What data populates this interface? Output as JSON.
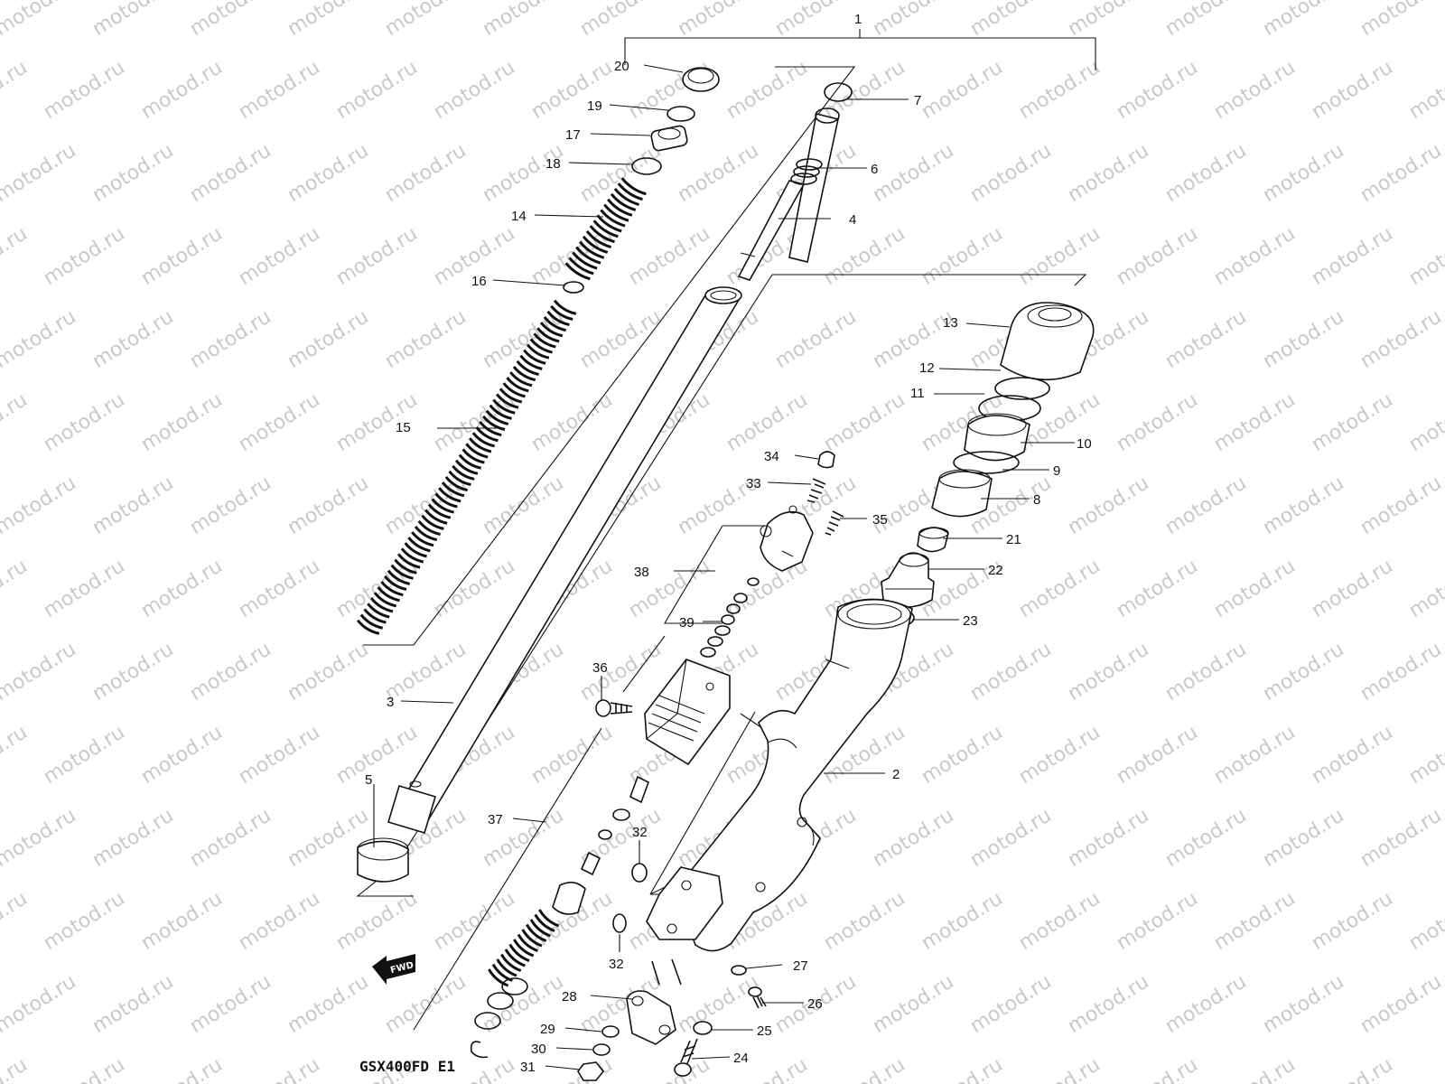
{
  "watermark": "motod.ru",
  "model_code": "GSX400FD E1",
  "fwd_label": "FWD",
  "parts": [
    {
      "id": "1",
      "label": "1"
    },
    {
      "id": "2",
      "label": "2"
    },
    {
      "id": "3",
      "label": "3"
    },
    {
      "id": "4",
      "label": "4"
    },
    {
      "id": "5",
      "label": "5"
    },
    {
      "id": "6",
      "label": "6"
    },
    {
      "id": "7",
      "label": "7"
    },
    {
      "id": "8",
      "label": "8"
    },
    {
      "id": "9",
      "label": "9"
    },
    {
      "id": "10",
      "label": "10"
    },
    {
      "id": "11",
      "label": "11"
    },
    {
      "id": "12",
      "label": "12"
    },
    {
      "id": "13",
      "label": "13"
    },
    {
      "id": "14",
      "label": "14"
    },
    {
      "id": "15",
      "label": "15"
    },
    {
      "id": "16",
      "label": "16"
    },
    {
      "id": "17",
      "label": "17"
    },
    {
      "id": "18",
      "label": "18"
    },
    {
      "id": "19",
      "label": "19"
    },
    {
      "id": "20",
      "label": "20"
    },
    {
      "id": "21",
      "label": "21"
    },
    {
      "id": "22",
      "label": "22"
    },
    {
      "id": "23",
      "label": "23"
    },
    {
      "id": "24",
      "label": "24"
    },
    {
      "id": "25",
      "label": "25"
    },
    {
      "id": "26",
      "label": "26"
    },
    {
      "id": "27",
      "label": "27"
    },
    {
      "id": "28",
      "label": "28"
    },
    {
      "id": "29",
      "label": "29"
    },
    {
      "id": "30",
      "label": "30"
    },
    {
      "id": "31",
      "label": "31"
    },
    {
      "id": "32a",
      "label": "32"
    },
    {
      "id": "32b",
      "label": "32"
    },
    {
      "id": "33",
      "label": "33"
    },
    {
      "id": "34",
      "label": "34"
    },
    {
      "id": "35",
      "label": "35"
    },
    {
      "id": "36",
      "label": "36"
    },
    {
      "id": "37",
      "label": "37"
    },
    {
      "id": "38",
      "label": "38"
    },
    {
      "id": "39",
      "label": "39"
    }
  ]
}
